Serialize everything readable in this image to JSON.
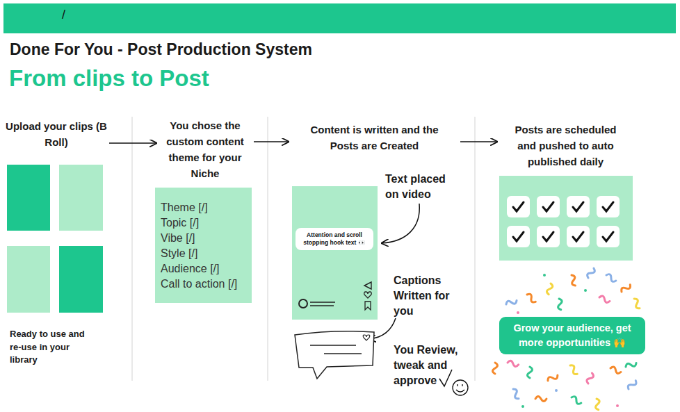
{
  "diagram": {
    "title": "Done For You - Post Production System",
    "nodes": [
      {
        "text": [
          "Upload your clips (B Roll)"
        ]
      },
      {
        "text": [
          "You chose the custom content theme for your Niche"
        ]
      },
      {
        "text": [
          "Theme [/]",
          "Topic [/]",
          "Vibe [/]",
          "Style [/]",
          "Audience [/]",
          "Call to action [/]"
        ]
      },
      {
        "text": [
          "Content is written and the Posts are Created"
        ]
      },
      {
        "text": [
          "Attention and scroll stopping hook text 👀"
        ]
      },
      {
        "text": [
          "Posts are scheduled and pushed to auto published daily"
        ]
      },
      {
        "text": [
          "Grow your audience, get more opportunities 🙌"
        ]
      }
    ],
    "edges": [
      {
        "from": 0,
        "to": 1,
        "arrow": "to"
      },
      {
        "from": 1,
        "to": 3,
        "arrow": "to"
      },
      {
        "from": 3,
        "to": 5,
        "arrow": "to"
      }
    ],
    "labels": [
      "/",
      "From clips to Post",
      "Ready to use and re-use in your library",
      "Text placed on video",
      "Captions Written for you",
      "You Review, tweak and approve"
    ]
  }
}
